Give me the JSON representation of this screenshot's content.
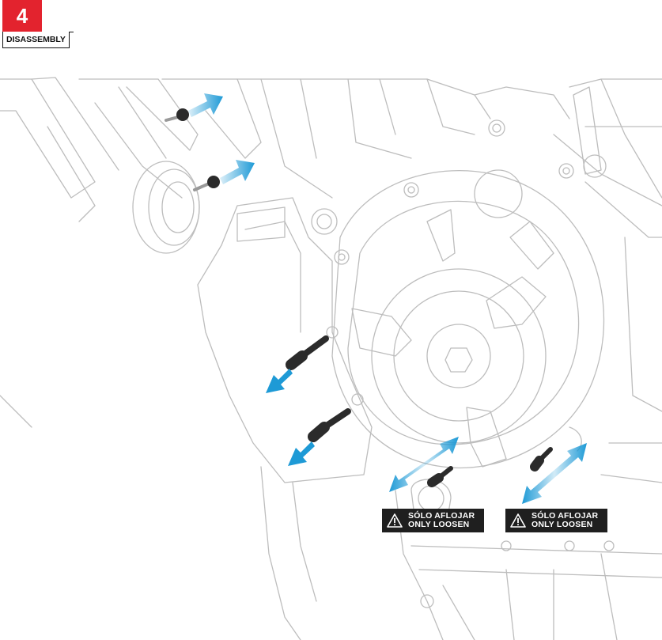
{
  "step": {
    "number": "4",
    "section": "DISASSEMBLY"
  },
  "warnings": [
    {
      "line1": "SÓLO AFLOJAR",
      "line2": "ONLY LOOSEN"
    },
    {
      "line1": "SÓLO AFLOJAR",
      "line2": "ONLY LOOSEN"
    }
  ],
  "icons": {
    "arrow": "arrow-icon",
    "double_arrow": "double-arrow-icon",
    "warning": "warning-triangle-icon"
  },
  "colors": {
    "step_badge": "#e3232e",
    "arrow": "#1e9ad6",
    "line_art": "#bdbdbd",
    "bolt": "#2b2b2b",
    "warning_bg": "#1f1f1f"
  }
}
